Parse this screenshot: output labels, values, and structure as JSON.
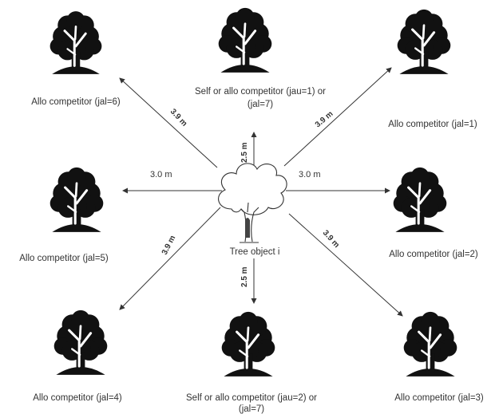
{
  "diagram": {
    "center_label": "Tree object i",
    "trees": [
      {
        "id": "nw",
        "label_lines": [
          "Allo competitor (jal=6)"
        ]
      },
      {
        "id": "n",
        "label_lines": [
          "Self  or allo  competitor (jau=1) or",
          "(jal=7)"
        ]
      },
      {
        "id": "ne",
        "label_lines": [
          "Allo competitor (jal=1)"
        ]
      },
      {
        "id": "w",
        "label_lines": [
          "Allo competitor (jal=5)"
        ]
      },
      {
        "id": "e",
        "label_lines": [
          "Allo competitor (jal=2)"
        ]
      },
      {
        "id": "sw",
        "label_lines": [
          "Allo competitor (jal=4)"
        ]
      },
      {
        "id": "s",
        "label_lines": [
          "Self or allo competitor (jau=2) or",
          "(jal=7)"
        ]
      },
      {
        "id": "se",
        "label_lines": [
          "Allo competitor (jal=3)"
        ]
      }
    ],
    "distances": {
      "diag_nw": "3.9 m",
      "diag_ne": "3.9 m",
      "vert_up": "2.5 m",
      "horiz_left": "3.0 m",
      "horiz_right": "3.0 m",
      "diag_sw": "3.9 m",
      "diag_se": "3.9 m",
      "vert_down": "2.5 m"
    },
    "colors": {
      "ink": "#111111",
      "text": "#333333"
    }
  }
}
